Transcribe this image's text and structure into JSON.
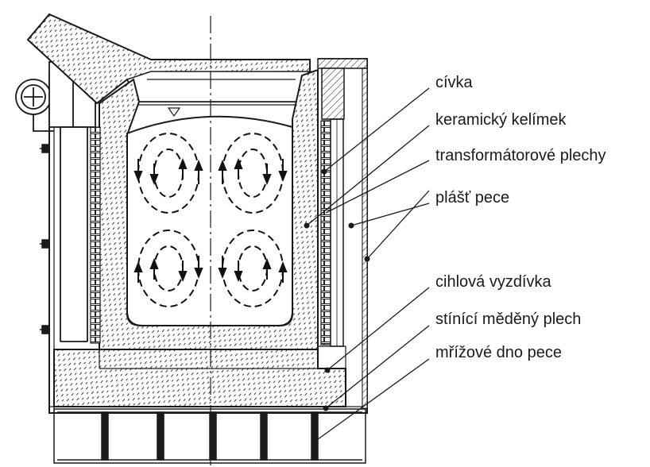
{
  "labels": {
    "civka": "cívka",
    "kelimek": "keramický kelímek",
    "plechy": "transformátorové plechy",
    "plast": "plášť pece",
    "vyzdivka": "cihlová vyzdívka",
    "stinici": "stínící měděný plech",
    "dno": "mřížové dno pece"
  },
  "colors": {
    "ink": "#1a1a1a",
    "background": "#ffffff"
  }
}
